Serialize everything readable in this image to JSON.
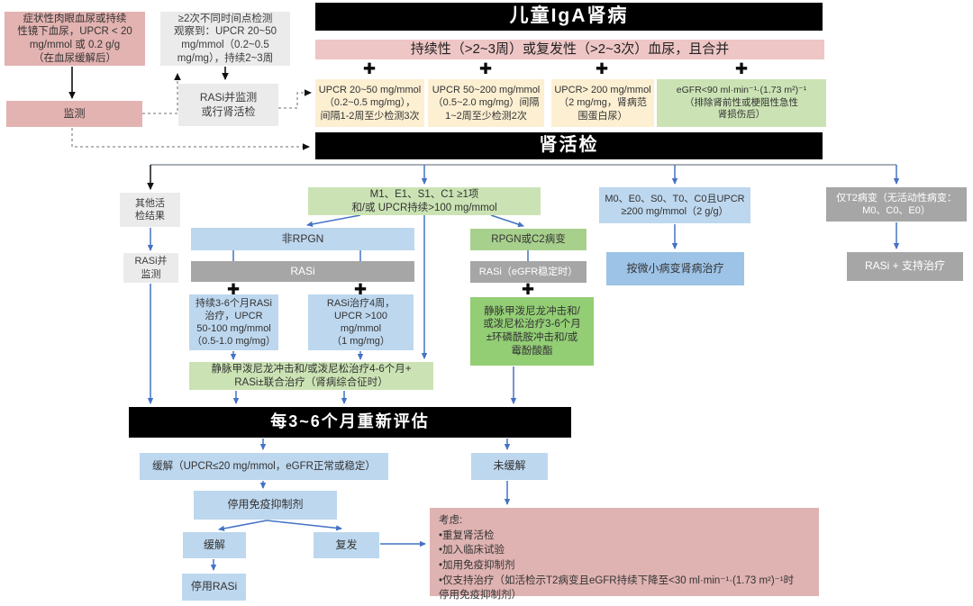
{
  "flowchart": {
    "title": "儿童IgA肾病",
    "subtitle": "持续性（>2~3周）或复发性（>2~3次）血尿，且合并",
    "biopsy_bar": "肾活检",
    "reassess_bar": "每3~6个月重新评估",
    "plus": "✚",
    "boxes": {
      "symptom": "症状性肉眼血尿或持续\n性镜下血尿，UPCR < 20\nmg/mmol 或 0.2 g/g\n（在血尿缓解后）",
      "monitor": "监测",
      "detect": "≥2次不同时间点检测\n观察到：UPCR 20~50\nmg/mmol（0.2~0.5\nmg/mg），持续2~3周",
      "rasi_or_biopsy": "RASi并监测\n或行肾活检",
      "upcr_20_50": "UPCR 20~50 mg/mmol\n（0.2~0.5 mg/mg），\n间隔1-2周至少检测3次",
      "upcr_50_200": "UPCR 50~200 mg/mmol\n（0.5~2.0 mg/mg）间隔\n1~2周至少检测2次",
      "upcr_200": "UPCR> 200 mg/mmol\n（2 mg/mg，肾病范\n围蛋白尿）",
      "egfr_90": "eGFR<90 ml·min⁻¹·(1.73 m²)⁻¹\n（排除肾前性或梗阻性急性\n肾损伤后）",
      "other_results": "其他活\n检结果",
      "rasi_monitor": "RASi并\n监测",
      "m1": "M1、E1、S1、C1 ≥1项\n和/或 UPCR持续>100 mg/mmol",
      "non_rpgn": "非RPGN",
      "rasi": "RASi",
      "rasi_3_6m": "持续3-6个月RASi\n治疗，UPCR\n50-100 mg/mmol\n（0.5-1.0 mg/mg）",
      "rasi_4w": "RASi治疗4周，\nUPCR >100\nmg/mmol\n（1 mg/mg）",
      "pulse1": "静脉甲泼尼龙冲击和/或泼尼松治疗4-6个月+\nRASi±联合治疗（肾病综合征时）",
      "rpgn": "RPGN或C2病变",
      "rasi_egfr": "RASi（eGFR稳定时）",
      "pulse2": "静脉甲泼尼龙冲击和/\n或泼尼松治疗3-6个月\n±环磷酰胺冲击和/或\n霉酚酸酯",
      "m0": "M0、E0、S0、T0、C0且UPCR\n≥200 mg/mmol（2 g/g）",
      "mcd": "按微小病变肾病治疗",
      "t2": "仅T2病变（无活动性病变：\nM0、C0、E0）",
      "rasi_support": "RASi + 支持治疗",
      "remission_check": "缓解（UPCR≤20 mg/mmol，eGFR正常或稳定）",
      "no_remission": "未缓解",
      "stop_immuno": "停用免疫抑制剂",
      "remission2": "缓解",
      "relapse": "复发",
      "stop_rasi": "停用RASi",
      "consider": "考虑:\n•重复肾活检\n•加入临床试验\n•加用免疫抑制剂\n•仅支持治疗（如活检示T2病变且eGFR持续下降至<30 ml·min⁻¹·(1.73 m²)⁻¹时\n停用免疫抑制剂）"
    },
    "colors": {
      "arrow_blue": "#4472c4",
      "arrow_black": "#111111",
      "bar_black": "#000000",
      "pink_box": "#e3b3b1",
      "pink_bar": "#eec6c5",
      "consider_pink": "#dfb3b2",
      "light_gray_box": "#ebebeb",
      "gray_bar": "#a6a6a6",
      "yellow_box": "#fcefd2",
      "light_green": "#cbe3b4",
      "medium_green": "#a8d08d",
      "bright_green": "#93ce75",
      "light_blue": "#bdd7ee",
      "medium_blue": "#9dc3e6"
    }
  }
}
